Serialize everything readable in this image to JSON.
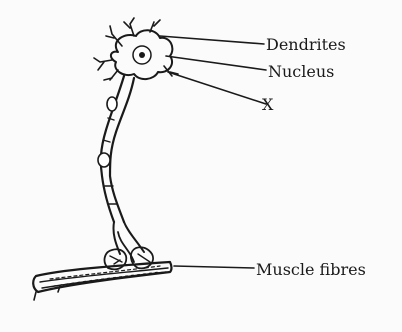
{
  "labels": {
    "dendrites": "Dendrites",
    "nucleus": "Nucleus",
    "x": "X",
    "muscle_fibres": "Muscle fibres"
  }
}
